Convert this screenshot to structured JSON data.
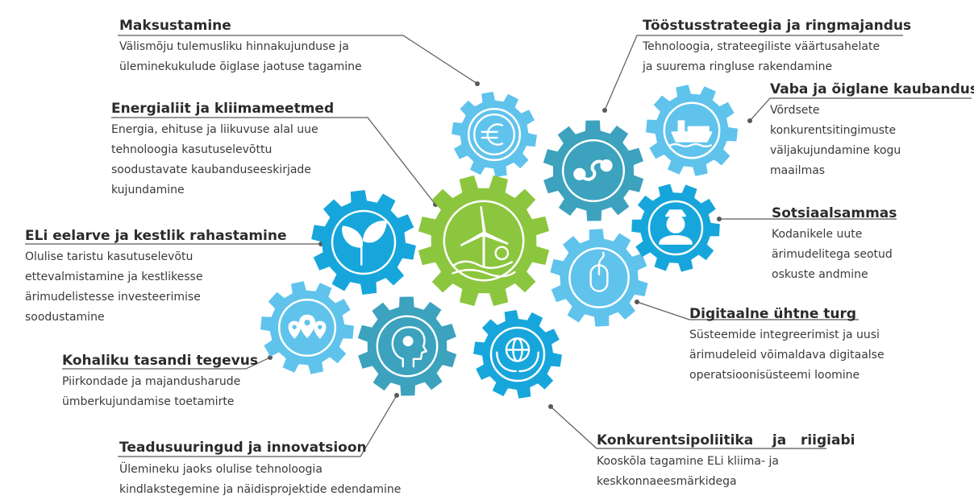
{
  "colors": {
    "line": "#595959",
    "gear_center": "#8cc63f",
    "gear_light": "#5fc3ec",
    "gear_mid": "#17a6db",
    "gear_teal": "#3ca2bd",
    "icon": "#ffffff"
  },
  "topics": [
    {
      "id": "maksustamine",
      "title": "Maksustamine",
      "text": "Välismõju tulemusliku hinnakujunduse ja\nüleminekukulude õiglase jaotuse tagamine"
    },
    {
      "id": "toostus",
      "title": "Tööstusstrateegia ja ringmajandus",
      "text": "Tehnoloogia, strateegiliste väärtusahelate\nja suurema ringluse rakendamine"
    },
    {
      "id": "kaubandus",
      "title": "Vaba ja õiglane kaubandus",
      "text": "Võrdsete\nkonkurentsitingimuste\nväljakujundamine kogu\nmaailmas"
    },
    {
      "id": "energia",
      "title": "Energialiit  ja kliimameetmed",
      "text": "Energia, ehituse ja liikuvuse alal uue\ntehnoloogia kasutuselevõttu\nsoodustavate kaubanduseeskirjade\nkujundamine"
    },
    {
      "id": "sotsiaal",
      "title": "Sotsiaalsammas",
      "text": "Kodanikele uute\närimudelitega  seotud\noskuste andmine"
    },
    {
      "id": "eelarve",
      "title": "ELi eelarve ja kestlik rahastamine",
      "text": "Olulise taristu kasutuselevõtu\nettevalmistamine  ja kestlikesse\närimudelistesse  investeerimise\nsoodustamine"
    },
    {
      "id": "digital",
      "title": "Digitaalne ühtne turg",
      "text": "Süsteemide  integreerimist  ja uusi\närimudeleid  võimaldava digitaalse\noperatsioonisüsteemi  loomine"
    },
    {
      "id": "kohalik",
      "title": "Kohaliku tasandi tegevus",
      "text": "Piirkondade ja majandusharude\n ümberkujundamise  toetamirte"
    },
    {
      "id": "teadus",
      "title": "Teadusuuringud ja innovatsioon",
      "text": "Ülemineku  jaoks olulise tehnoloogia\nkindlakstegemine  ja näidisprojektide  edendamine"
    },
    {
      "id": "konkurents",
      "title": "Konkurentsipoliitika    ja   riigiabi",
      "text": "Kooskõla  tagamine  ELi  kliima-  ja\nkeskkonnaeesmärkidega"
    }
  ],
  "gears": [
    {
      "id": "euro",
      "icon": "euro-icon",
      "color": "light"
    },
    {
      "id": "circular",
      "icon": "circular-economy-icon",
      "color": "teal"
    },
    {
      "id": "ship",
      "icon": "cargo-ship-icon",
      "color": "light"
    },
    {
      "id": "wind",
      "icon": "wind-turbine-icon",
      "color": "center"
    },
    {
      "id": "person",
      "icon": "person-icon",
      "color": "mid"
    },
    {
      "id": "plant",
      "icon": "plant-icon",
      "color": "mid"
    },
    {
      "id": "mouse",
      "icon": "computer-mouse-icon",
      "color": "light"
    },
    {
      "id": "location",
      "icon": "location-pins-icon",
      "color": "light"
    },
    {
      "id": "idea",
      "icon": "idea-head-icon",
      "color": "teal"
    },
    {
      "id": "globe",
      "icon": "globe-hands-icon",
      "color": "mid"
    }
  ]
}
